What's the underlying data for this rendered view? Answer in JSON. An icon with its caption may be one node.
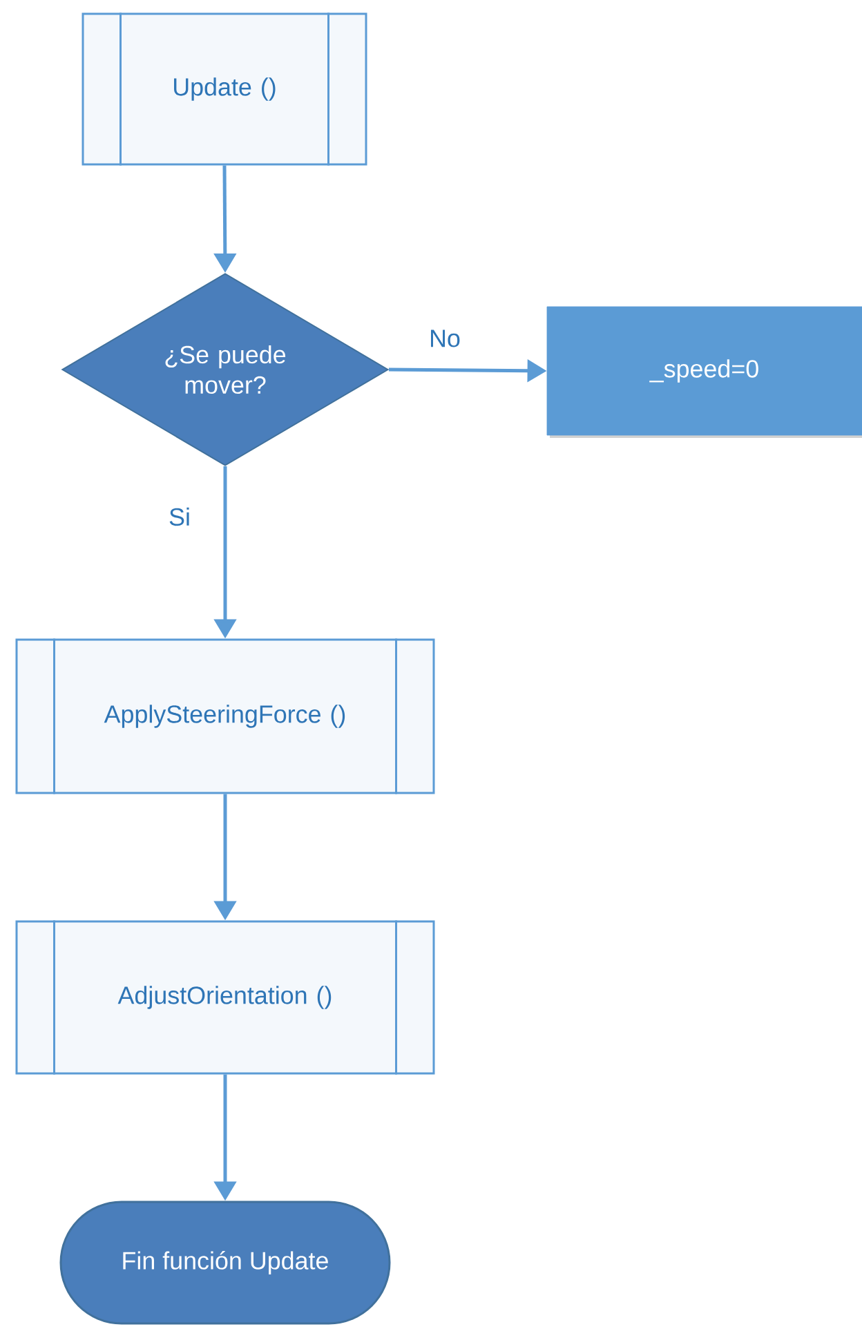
{
  "diagram": {
    "nodes": [
      {
        "text": [
          "Update ()"
        ]
      },
      {
        "text": [
          "¿Se puede mover?"
        ]
      },
      {
        "text": [
          "_speed=0"
        ]
      },
      {
        "text": [
          "ApplySteeringForce ()"
        ]
      },
      {
        "text": [
          "AdjustOrientation ()"
        ]
      },
      {
        "text": [
          "Fin función Update"
        ]
      }
    ],
    "edges": [
      {
        "from": 0,
        "to": 1,
        "arrow": "to"
      },
      {
        "from": 1,
        "to": 2,
        "arrow": "to",
        "label": "No"
      },
      {
        "from": 1,
        "to": 3,
        "arrow": "to",
        "label": "Si"
      },
      {
        "from": 3,
        "to": 4,
        "arrow": "to"
      },
      {
        "from": 4,
        "to": 5,
        "arrow": "to"
      }
    ]
  }
}
